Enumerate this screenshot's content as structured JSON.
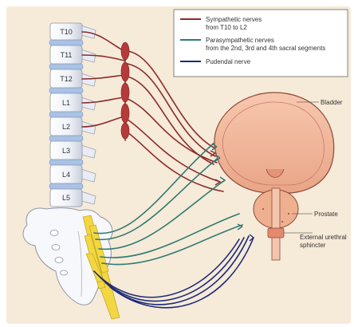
{
  "legend": {
    "items": [
      {
        "color": "#8b2a2a",
        "lines": [
          "Sympathetic nerves",
          "from T10 to L2"
        ]
      },
      {
        "color": "#2f7a72",
        "lines": [
          "Parasympathetic nerves",
          "from the 2nd, 3rd and 4th sacral segments"
        ]
      },
      {
        "color": "#1d2a78",
        "lines": [
          "Pudendal nerve"
        ]
      }
    ]
  },
  "vertebrae": [
    "T10",
    "T11",
    "T12",
    "L1",
    "L2",
    "L3",
    "L4",
    "L5"
  ],
  "labels": {
    "bladder": "Bladder",
    "prostate": "Prostate",
    "sphincter_line1": "External urethral",
    "sphincter_line2": "sphincter"
  },
  "colors": {
    "background": "#f6ead8",
    "sympathetic": "#8b2a2a",
    "parasympathetic": "#2f7a72",
    "pudendal": "#1d2a78",
    "vertebra": "#f5f7fb",
    "disc": "#a9c3e6",
    "ganglion": "#b53a3a",
    "organ": "#f2b89c",
    "nerve_root": "#f2d642"
  }
}
